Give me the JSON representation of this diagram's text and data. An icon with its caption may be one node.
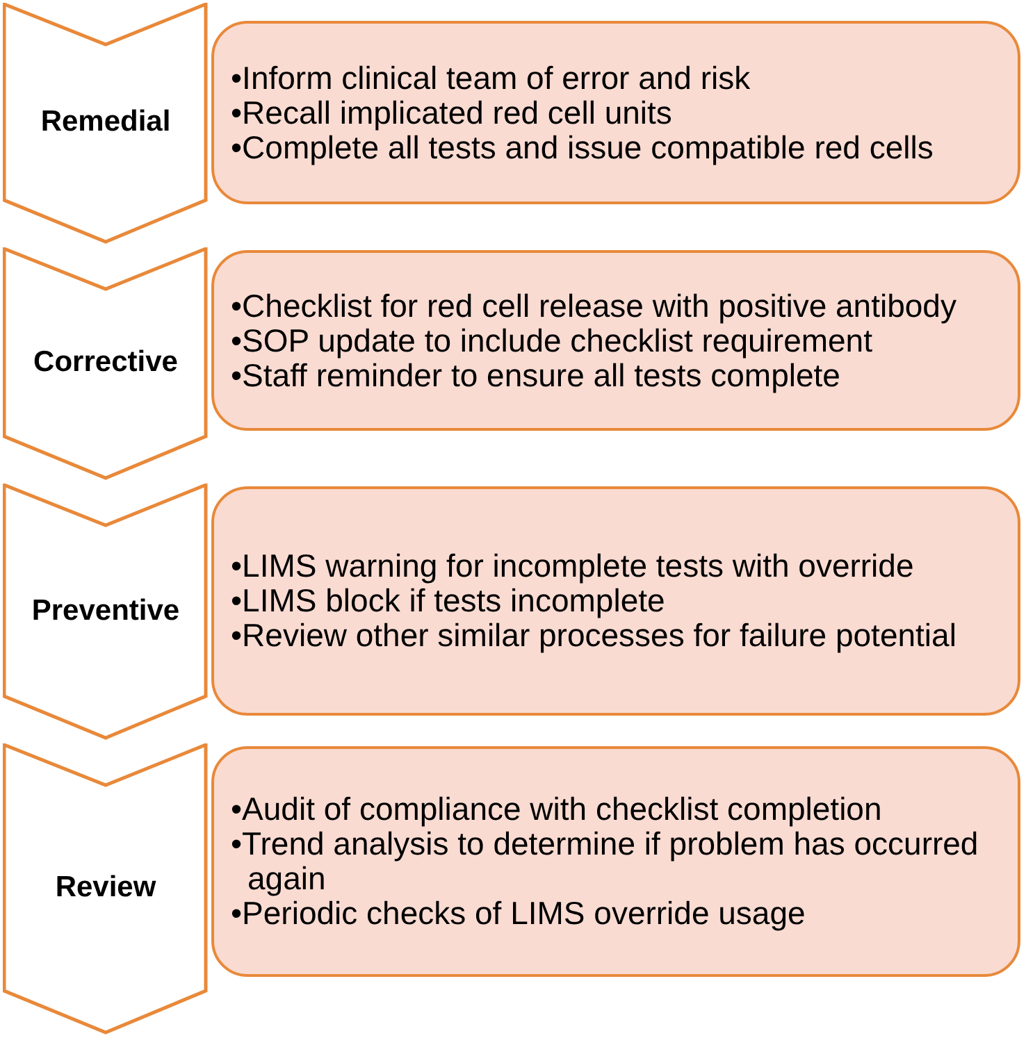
{
  "diagram": {
    "nodes": [
      {
        "text": [
          "Remedial"
        ]
      },
      {
        "text": [
          "•Inform clinical team of error and risk",
          "•Recall implicated red cell units",
          "•Complete all tests and issue compatible red cells"
        ]
      },
      {
        "text": [
          "Corrective"
        ]
      },
      {
        "text": [
          "•Checklist for red cell release with positive antibody",
          "•SOP update to include checklist requirement",
          "•Staff reminder to ensure all tests complete"
        ]
      },
      {
        "text": [
          "Preventive"
        ]
      },
      {
        "text": [
          "•LIMS warning for incomplete tests with override",
          "•LIMS block if tests incomplete",
          "•Review other similar processes for failure potential"
        ]
      },
      {
        "text": [
          "Review"
        ]
      },
      {
        "text": [
          "•Audit of compliance with checklist completion",
          "•Trend analysis to determine if problem has occurred again",
          "•Periodic checks of LIMS override usage"
        ]
      }
    ]
  }
}
